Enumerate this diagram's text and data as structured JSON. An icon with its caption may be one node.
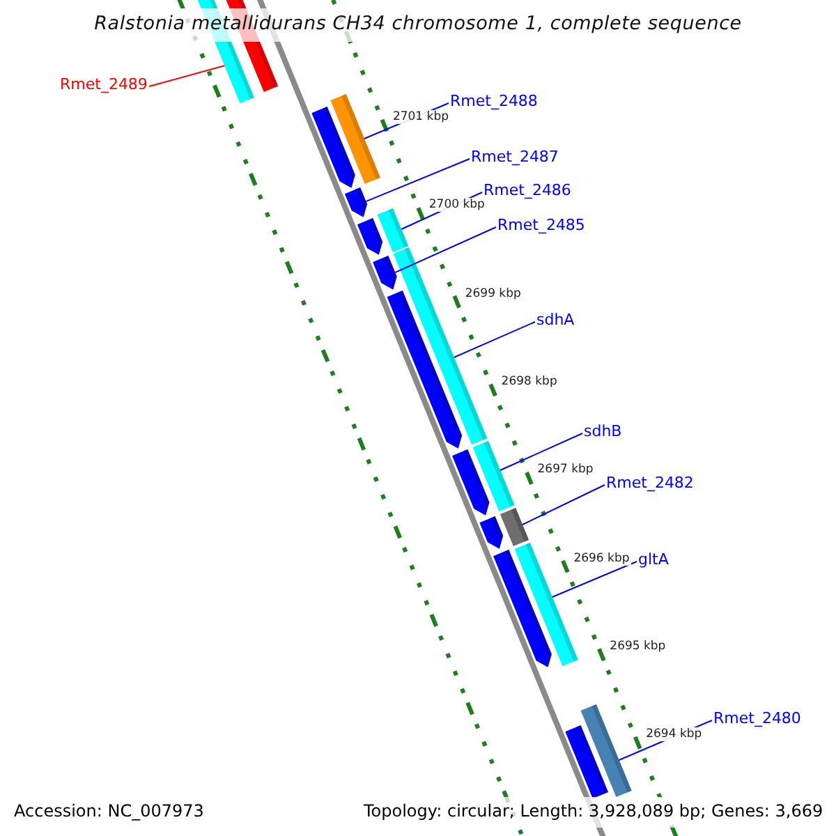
{
  "diagram": {
    "title": "Ralstonia metallidurans CH34 chromosome 1, complete sequence",
    "nodes": [
      {
        "text": [
          "Rmet_2489"
        ]
      },
      {
        "text": [
          "Rmet_2488"
        ]
      },
      {
        "text": [
          "Rmet_2487"
        ]
      },
      {
        "text": [
          "Rmet_2486"
        ]
      },
      {
        "text": [
          "Rmet_2485"
        ]
      },
      {
        "text": [
          "sdhA"
        ]
      },
      {
        "text": [
          "sdhB"
        ]
      },
      {
        "text": [
          "Rmet_2482"
        ]
      },
      {
        "text": [
          "gltA"
        ]
      },
      {
        "text": [
          "Rmet_2480"
        ]
      },
      {
        "text": [],
        "shape": "bar"
      },
      {
        "text": [],
        "shape": "bar"
      },
      {
        "text": [],
        "shape": "bar"
      },
      {
        "text": [],
        "shape": "bar"
      },
      {
        "text": [],
        "shape": "bar"
      },
      {
        "text": [],
        "shape": "bar"
      },
      {
        "text": [],
        "shape": "bar"
      },
      {
        "text": [],
        "shape": "bar"
      },
      {
        "text": [],
        "shape": "bar"
      },
      {
        "text": [],
        "shape": "bar"
      },
      {
        "text": [],
        "shape": "bar"
      },
      {
        "text": [],
        "shape": "bar"
      },
      {
        "text": [],
        "shape": "bar"
      },
      {
        "text": [],
        "shape": "bar"
      },
      {
        "text": [],
        "shape": "bar"
      },
      {
        "text": [],
        "shape": "bar"
      },
      {
        "text": [],
        "shape": "bar"
      },
      {
        "text": [],
        "shape": "bar"
      }
    ],
    "edges": [
      {
        "from": 0,
        "to": 10,
        "arrow": "none",
        "color": "#ff0000"
      },
      {
        "from": 1,
        "to": 12,
        "arrow": "none"
      },
      {
        "from": 2,
        "to": 14,
        "arrow": "none"
      },
      {
        "from": 3,
        "to": 15,
        "arrow": "none"
      },
      {
        "from": 4,
        "to": 18,
        "arrow": "none"
      },
      {
        "from": 5,
        "to": 17,
        "arrow": "none"
      },
      {
        "from": 6,
        "to": 21,
        "arrow": "none"
      },
      {
        "from": 7,
        "to": 23,
        "arrow": "none"
      },
      {
        "from": 8,
        "to": 25,
        "arrow": "none"
      },
      {
        "from": 9,
        "to": 26,
        "arrow": "none"
      }
    ],
    "labels": [
      "2701 kbp",
      "2700 kbp",
      "2699 kbp",
      "2698 kbp",
      "2697 kbp",
      "2696 kbp",
      "2695 kbp",
      "2694 kbp",
      "Accession: NC_007973",
      "Topology: circular; Length: 3,928,089 bp; Genes: 3,669"
    ]
  }
}
